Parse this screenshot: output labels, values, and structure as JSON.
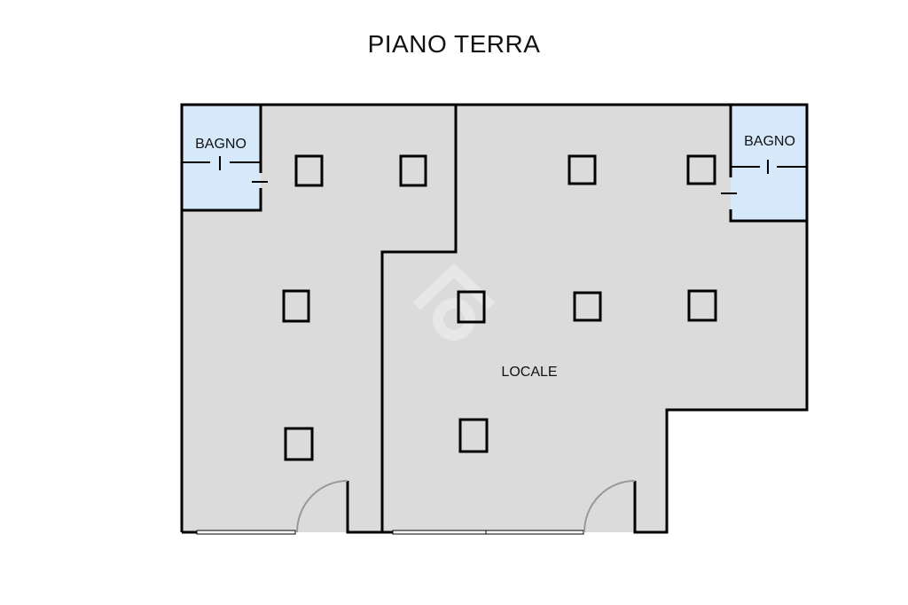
{
  "title": "PIANO TERRA",
  "rooms": {
    "bagno_left": "BAGNO",
    "bagno_right": "BAGNO",
    "locale": "LOCALE"
  },
  "colors": {
    "floor": "#dbdbdb",
    "bathroom": "#d6e9fb",
    "wall": "#000000"
  }
}
